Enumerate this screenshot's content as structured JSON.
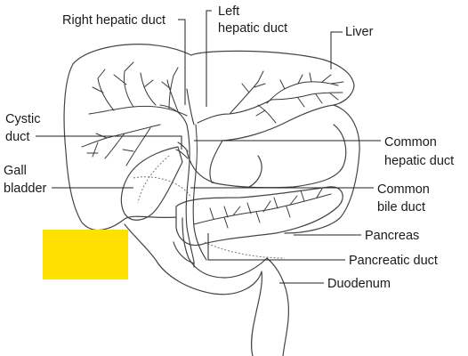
{
  "labels": {
    "right_hepatic_duct": "Right hepatic duct",
    "left_hepatic_duct_line1": "Left",
    "left_hepatic_duct_line2": "hepatic duct",
    "liver": "Liver",
    "cystic_duct_line1": "Cystic",
    "cystic_duct_line2": "duct",
    "gall_bladder_line1": "Gall",
    "gall_bladder_line2": "bladder",
    "common_hepatic_duct_line1": "Common",
    "common_hepatic_duct_line2": "hepatic duct",
    "common_bile_duct_line1": "Common",
    "common_bile_duct_line2": "bile duct",
    "pancreas": "Pancreas",
    "pancreatic_duct": "Pancreatic duct",
    "duodenum": "Duodenum"
  },
  "colors": {
    "highlight_box": "#FFE000",
    "line": "#3a3a3a"
  }
}
